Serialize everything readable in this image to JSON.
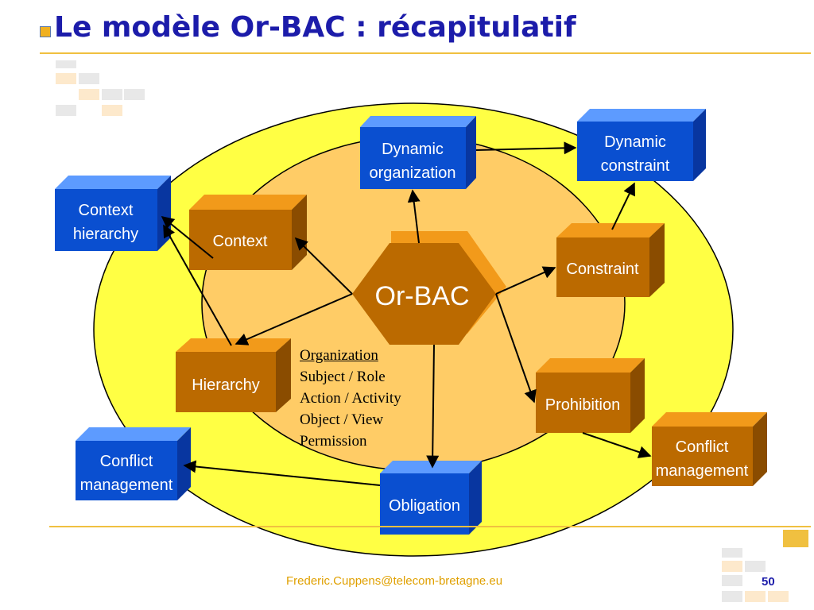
{
  "slide": {
    "title": "Le modèle Or-BAC : récapitulatif",
    "footer_email": "Frederic.Cuppens@telecom-bretagne.eu",
    "page_number": "50"
  },
  "diagram": {
    "center": "Or-BAC",
    "concepts": {
      "context": "Context",
      "hierarchy": "Hierarchy",
      "constraint": "Constraint",
      "prohibition": "Prohibition",
      "obligation": "Obligation",
      "dynamic_organization": [
        "Dynamic",
        "organization"
      ],
      "dynamic_constraint": [
        "Dynamic",
        "constraint"
      ],
      "context_hierarchy": [
        "Context",
        "hierarchy"
      ],
      "conflict_management_left": [
        "Conflict",
        "management"
      ],
      "conflict_management_right": [
        "Conflict",
        "management"
      ]
    },
    "notes": [
      "Organization",
      "Subject / Role",
      "Action / Activity",
      "Object / View",
      "Permission"
    ]
  },
  "colors": {
    "title": "#1c1caa",
    "outer_ellipse": "#ffff44",
    "inner_ellipse": "#ffcc66",
    "orange_box": "#bb6a00",
    "blue_box": "#0a4fd0",
    "footer": "#e0a000"
  }
}
